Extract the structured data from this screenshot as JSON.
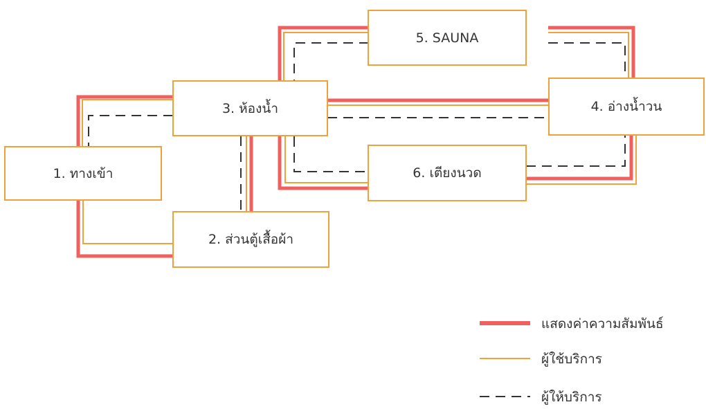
{
  "nodes": {
    "entrance": "1. ทางเข้า",
    "wardrobe": "2. ส่วนตู้เสื้อผ้า",
    "bathroom": "3. ห้องน้ำ",
    "jacuzzi": "4. อ่างน้ำวน",
    "sauna": "5. SAUNA",
    "massage": "6. เตียงนวด"
  },
  "legend": {
    "relationship": "แสดงค่าความสัมพันธ์",
    "users": "ผู้ใช้บริการ",
    "staff": "ผู้ให้บริการ"
  },
  "colors": {
    "relationship": "#f0605e",
    "users": "#f0a23a",
    "staff": "#333333"
  }
}
